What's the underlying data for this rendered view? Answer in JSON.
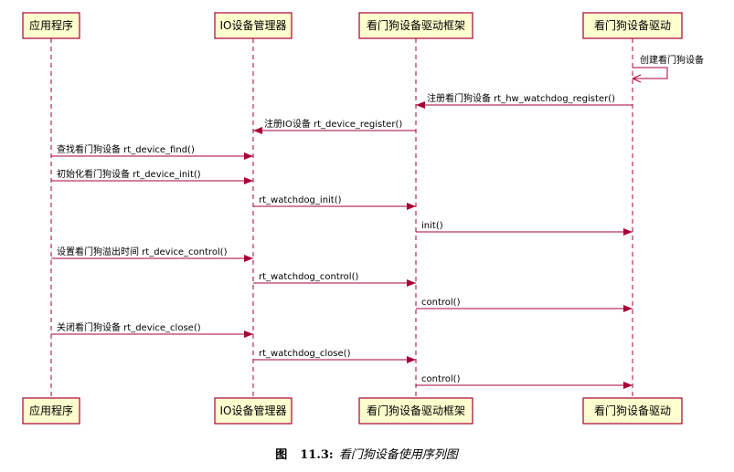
{
  "participants": [
    "应用程序",
    "IO设备管理器",
    "看门狗设备驱动框架",
    "看门狗设备驱动"
  ],
  "messages": [
    {
      "from": 3,
      "to": 3,
      "label": "创建看门狗设备"
    },
    {
      "from": 3,
      "to": 2,
      "label": "注册看门狗设备 rt_hw_watchdog_register()"
    },
    {
      "from": 2,
      "to": 1,
      "label": "注册IO设备 rt_device_register()"
    },
    {
      "from": 0,
      "to": 1,
      "label": "查找看门狗设备 rt_device_find()"
    },
    {
      "from": 0,
      "to": 1,
      "label": "初始化看门狗设备 rt_device_init()"
    },
    {
      "from": 1,
      "to": 2,
      "label": "rt_watchdog_init()"
    },
    {
      "from": 2,
      "to": 3,
      "label": "init()"
    },
    {
      "from": 0,
      "to": 1,
      "label": "设置看门狗溢出时间 rt_device_control()"
    },
    {
      "from": 1,
      "to": 2,
      "label": "rt_watchdog_control()"
    },
    {
      "from": 2,
      "to": 3,
      "label": "control()"
    },
    {
      "from": 0,
      "to": 1,
      "label": "关闭看门狗设备 rt_device_close()"
    },
    {
      "from": 1,
      "to": 2,
      "label": "rt_watchdog_close()"
    },
    {
      "from": 2,
      "to": 3,
      "label": "control()"
    }
  ],
  "caption": {
    "figure_label": "图",
    "number": "11.3:",
    "text": "看门狗设备使用序列图"
  }
}
